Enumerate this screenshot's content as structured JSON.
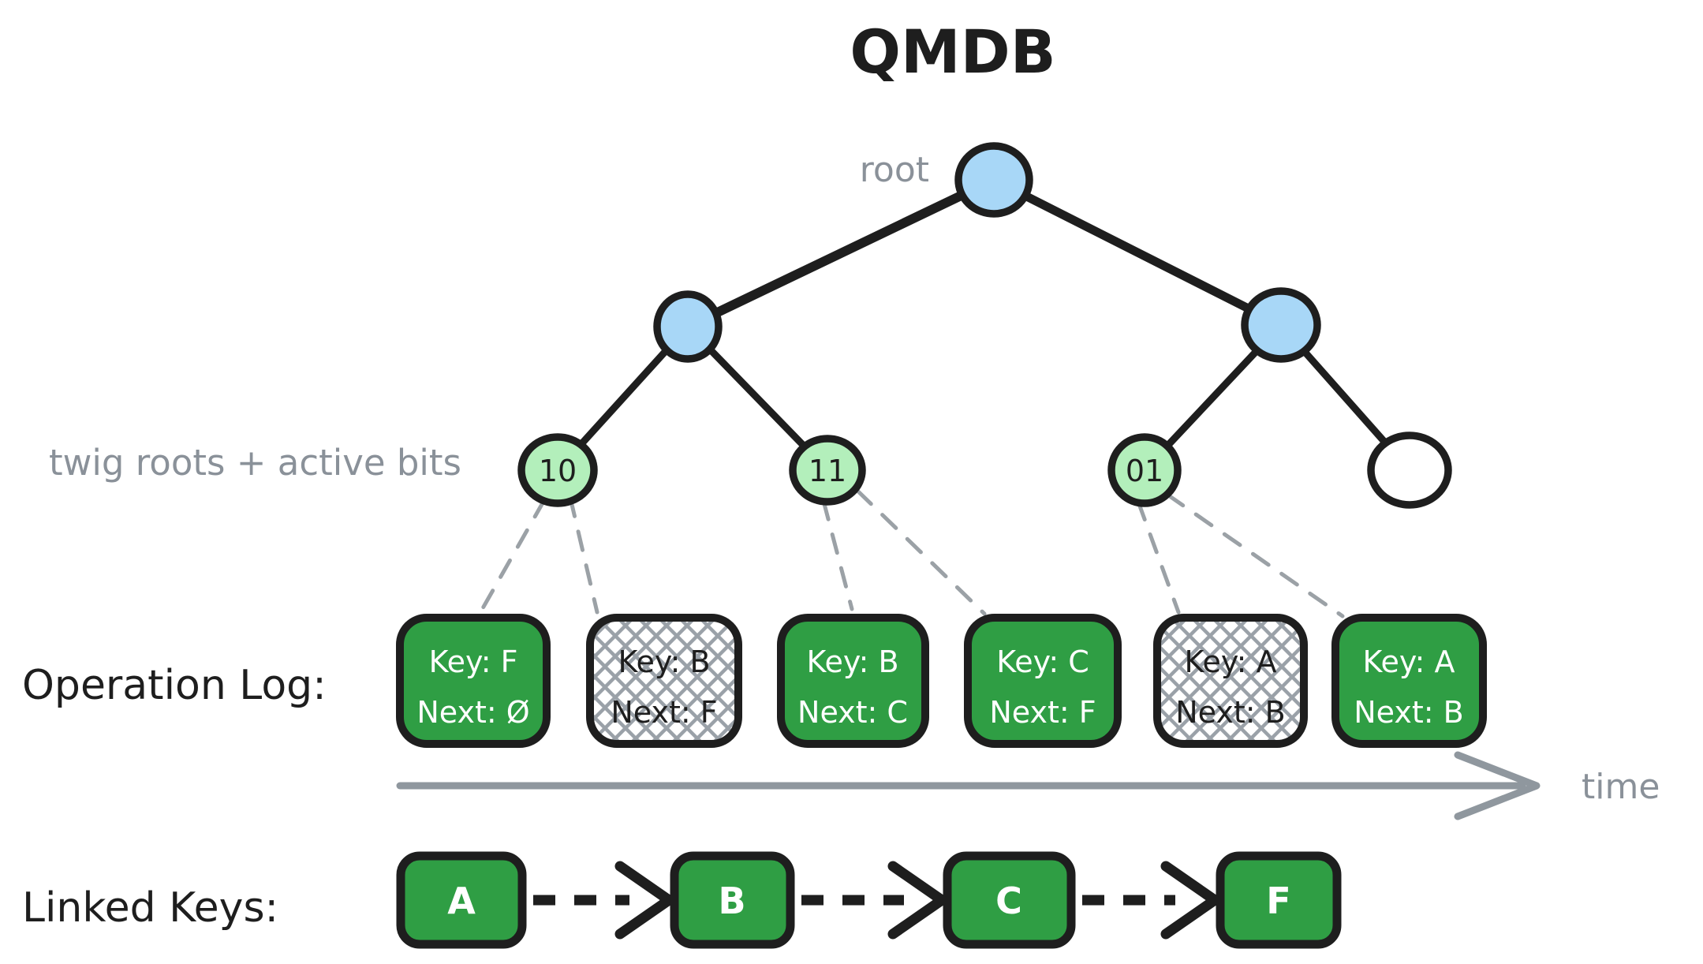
{
  "title": "QMDB",
  "tree": {
    "root_label": "root",
    "twig_caption": "twig roots + active bits",
    "twigs": [
      {
        "bits": "10"
      },
      {
        "bits": "11"
      },
      {
        "bits": "01"
      }
    ]
  },
  "operation_log": {
    "label": "Operation Log:",
    "entries": [
      {
        "key": "Key: F",
        "next": "Next: Ø",
        "style": "green"
      },
      {
        "key": "Key: B",
        "next": "Next: F",
        "style": "hatched"
      },
      {
        "key": "Key: B",
        "next": "Next: C",
        "style": "green"
      },
      {
        "key": "Key: C",
        "next": "Next: F",
        "style": "green"
      },
      {
        "key": "Key: A",
        "next": "Next: B",
        "style": "hatched"
      },
      {
        "key": "Key: A",
        "next": "Next: B",
        "style": "green"
      }
    ],
    "axis_label": "time"
  },
  "linked_keys": {
    "label": "Linked Keys:",
    "sequence": [
      "A",
      "B",
      "C",
      "F"
    ]
  },
  "colors": {
    "node_blue": "#a8d7f7",
    "twig_green": "#b3efbb",
    "box_green": "#2f9e44",
    "stroke_black": "#1e1e1e",
    "label_gray": "#8a9199",
    "hatch_gray": "#9aa1a8",
    "background": "#ffffff"
  }
}
